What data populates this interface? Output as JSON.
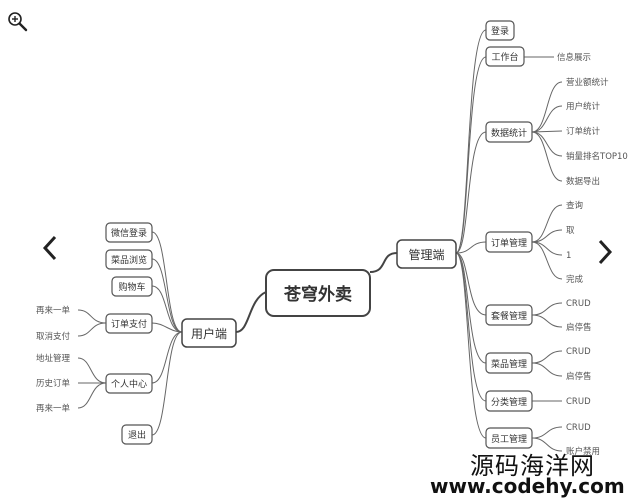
{
  "diagram": {
    "root": "苍穹外卖",
    "left": {
      "label": "用户端",
      "children": [
        {
          "label": "微信登录",
          "leaves": []
        },
        {
          "label": "菜品浏览",
          "leaves": []
        },
        {
          "label": "购物车",
          "leaves": []
        },
        {
          "label": "订单支付",
          "leaves": [
            "再来一单",
            "取消支付"
          ]
        },
        {
          "label": "个人中心",
          "leaves": [
            "地址管理",
            "历史订单",
            "再来一单"
          ]
        },
        {
          "label": "退出",
          "leaves": []
        }
      ]
    },
    "right": {
      "label": "管理端",
      "children": [
        {
          "label": "登录",
          "leaves": []
        },
        {
          "label": "工作台",
          "leaves": [
            "信息展示"
          ]
        },
        {
          "label": "数据统计",
          "leaves": [
            "营业额统计",
            "用户统计",
            "订单统计",
            "销量排名TOP10",
            "数据导出"
          ]
        },
        {
          "label": "订单管理",
          "leaves": [
            "查询",
            "取",
            "1",
            "完成"
          ]
        },
        {
          "label": "套餐管理",
          "leaves": [
            "CRUD",
            "启停售"
          ]
        },
        {
          "label": "菜品管理",
          "leaves": [
            "CRUD",
            "启停售"
          ]
        },
        {
          "label": "分类管理",
          "leaves": [
            "CRUD"
          ]
        },
        {
          "label": "员工管理",
          "leaves": [
            "CRUD",
            "账户禁用"
          ]
        }
      ]
    }
  },
  "nav": {
    "prev": "‹",
    "next": "›"
  },
  "watermark": {
    "line1": "源码海洋网",
    "line2": "www.codehy.com"
  }
}
